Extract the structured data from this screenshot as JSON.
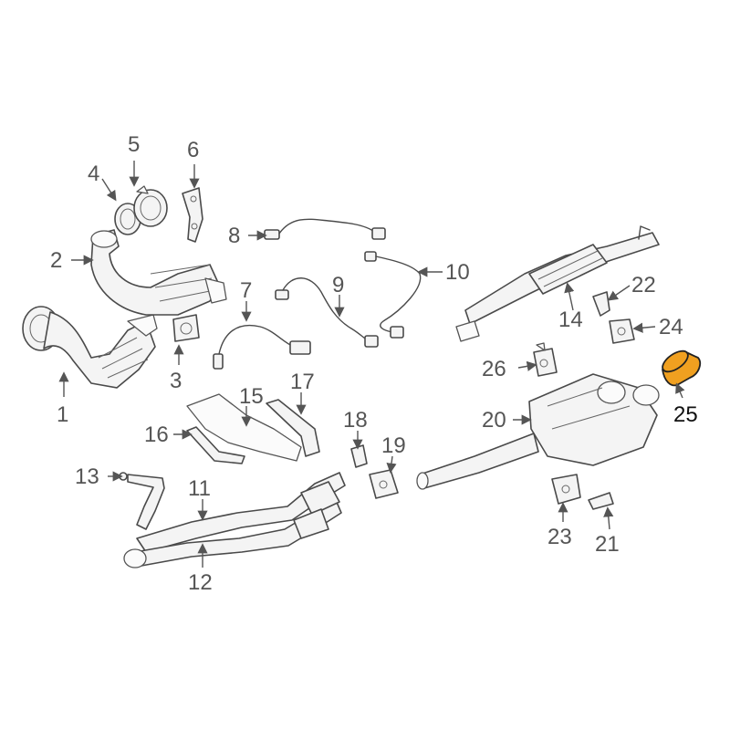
{
  "callouts": {
    "c1": "1",
    "c2": "2",
    "c3": "3",
    "c4": "4",
    "c5": "5",
    "c6": "6",
    "c7": "7",
    "c8": "8",
    "c9": "9",
    "c10": "10",
    "c11": "11",
    "c12": "12",
    "c13": "13",
    "c14": "14",
    "c15": "15",
    "c16": "16",
    "c17": "17",
    "c18": "18",
    "c19": "19",
    "c20": "20",
    "c21": "21",
    "c22": "22",
    "c23": "23",
    "c24": "24",
    "c25": "25",
    "c26": "26"
  },
  "highlight": {
    "part": "25",
    "color": "#f0a020"
  },
  "colors": {
    "line": "#4a4a4a",
    "label": "#555555",
    "highlight_label": "#111111"
  }
}
